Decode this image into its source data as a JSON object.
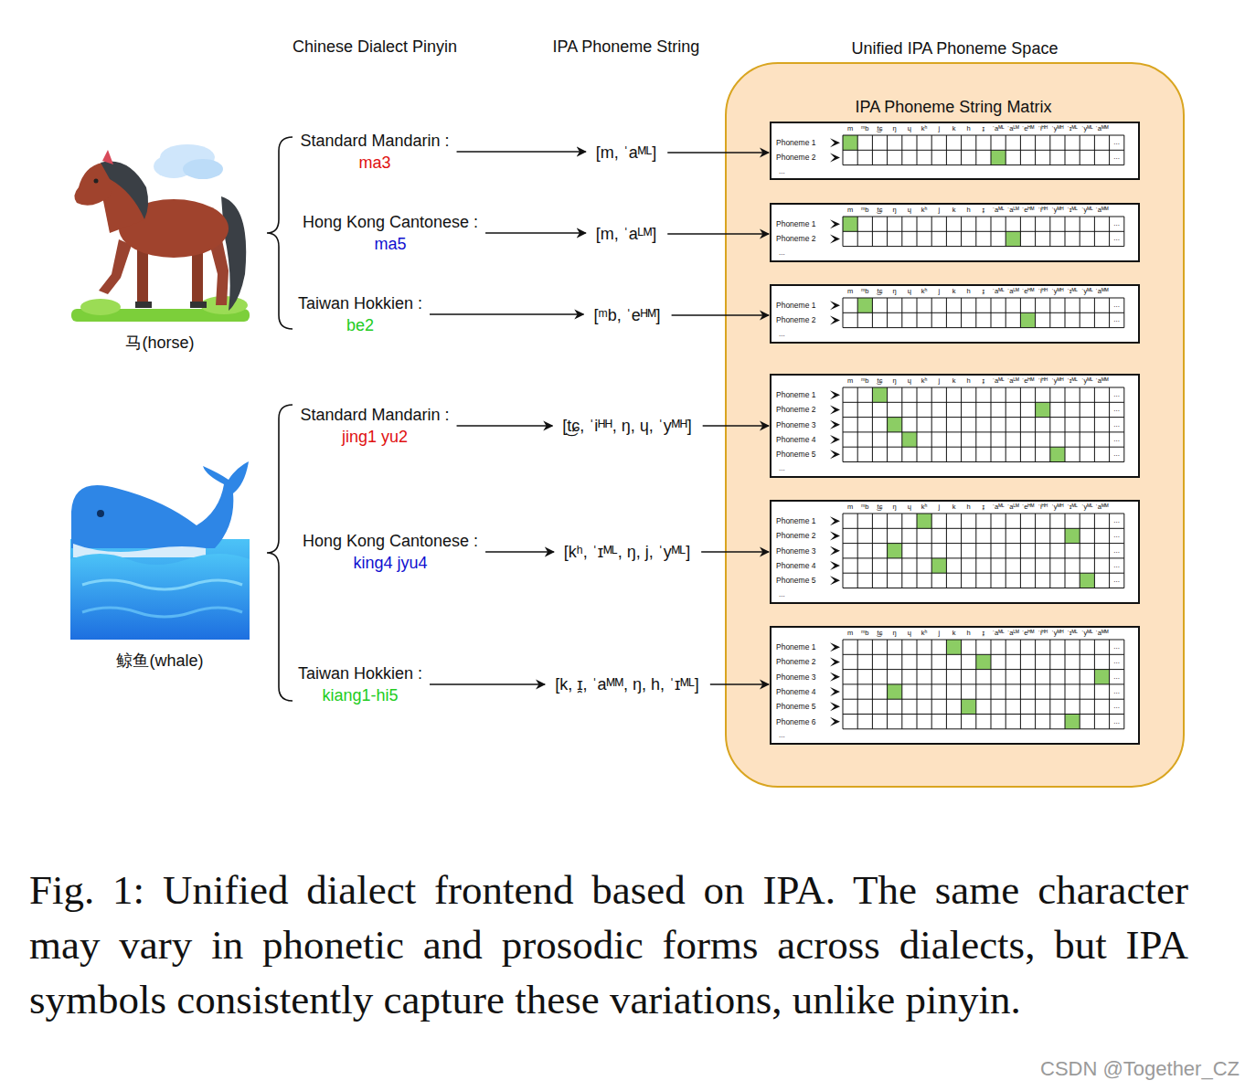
{
  "diagram": {
    "caption": "Fig. 1: Unified dialect frontend based on IPA. The same character may vary in phonetic and prosodic forms across dialects, but IPA symbols consistently capture these variations, unlike pinyin.",
    "nodes": [
      {
        "text": [
          "Standard Mandarin :",
          "ma3"
        ]
      },
      {
        "text": [
          "Hong Kong Cantonese :",
          "ma5"
        ]
      },
      {
        "text": [
          "Taiwan Hokkien :",
          "be2"
        ]
      },
      {
        "text": [
          "Standard Mandarin :",
          "jing1 yu2"
        ]
      },
      {
        "text": [
          "Hong Kong Cantonese :",
          "king4 jyu4"
        ]
      },
      {
        "text": [
          "Taiwan Hokkien :",
          "kiang1-hi5"
        ]
      },
      {
        "text": [
          "[m, ˈaᴹᴸ]"
        ]
      },
      {
        "text": [
          "[m, ˈaᴸᴹ]"
        ]
      },
      {
        "text": [
          "[ᵐb, ˈeᴴᴹ]"
        ]
      },
      {
        "text": [
          "[t͜ɕ, ˈiᴴᴴ, ŋ, ɥ, ˈyᴹᴴ]"
        ]
      },
      {
        "text": [
          "[kʰ, ˈɪᴹᴸ, ŋ, j, ˈyᴹᴸ]"
        ]
      },
      {
        "text": [
          "[k, ɪ̯, ˈaᴹᴹ, ŋ, h, ˈɪᴹᴸ]"
        ]
      },
      {
        "text": [
          "Unified IPA Phoneme Space"
        ]
      },
      {
        "text": [
          "m",
          "ᵐb",
          "t͜ɕ",
          "ŋ",
          "ɥ",
          "kʰ",
          "j",
          "k",
          "h",
          "ɪ̯",
          "ˈaᴹᴸ",
          "ˈaᴸᴹ",
          "ˈeᴴᴹ",
          "ˈiᴴᴴ",
          "ˈyᴹᴴ",
          "ˈɪᴹᴸ",
          "ˈyᴹᴸ",
          "ˈaᴹᴹ",
          "Phoneme 1",
          "Phoneme 2",
          "...",
          "...",
          "..."
        ],
        "in": 12
      },
      {
        "text": [
          "m",
          "ᵐb",
          "t͜ɕ",
          "ŋ",
          "ɥ",
          "kʰ",
          "j",
          "k",
          "h",
          "ɪ̯",
          "ˈaᴹᴸ",
          "ˈaᴸᴹ",
          "ˈeᴴᴹ",
          "ˈiᴴᴴ",
          "ˈyᴹᴴ",
          "ˈɪᴹᴸ",
          "ˈyᴹᴸ",
          "ˈaᴹᴹ",
          "Phoneme 1",
          "Phoneme 2",
          "...",
          "...",
          "..."
        ],
        "in": 12
      },
      {
        "text": [
          "m",
          "ᵐb",
          "t͜ɕ",
          "ŋ",
          "ɥ",
          "kʰ",
          "j",
          "k",
          "h",
          "ɪ̯",
          "ˈaᴹᴸ",
          "ˈaᴸᴹ",
          "ˈeᴴᴹ",
          "ˈiᴴᴴ",
          "ˈyᴹᴴ",
          "ˈɪᴹᴸ",
          "ˈyᴹᴸ",
          "ˈaᴹᴹ",
          "Phoneme 1",
          "Phoneme 2",
          "...",
          "...",
          "..."
        ],
        "in": 12
      },
      {
        "text": [
          "m",
          "ᵐb",
          "t͜ɕ",
          "ŋ",
          "ɥ",
          "kʰ",
          "j",
          "k",
          "h",
          "ɪ̯",
          "ˈaᴹᴸ",
          "ˈaᴸᴹ",
          "ˈeᴴᴹ",
          "ˈiᴴᴴ",
          "ˈyᴹᴴ",
          "ˈɪᴹᴸ",
          "ˈyᴹᴸ",
          "ˈaᴹᴹ",
          "Phoneme 1",
          "Phoneme 2",
          "Phoneme 3",
          "Phoneme 4",
          "Phoneme 5",
          "...",
          "...",
          "...",
          "...",
          "...",
          "..."
        ],
        "in": 12
      },
      {
        "text": [
          "m",
          "ᵐb",
          "t͜ɕ",
          "ŋ",
          "ɥ",
          "kʰ",
          "j",
          "k",
          "h",
          "ɪ̯",
          "ˈaᴹᴸ",
          "ˈaᴸᴹ",
          "ˈeᴴᴹ",
          "ˈiᴴᴴ",
          "ˈyᴹᴴ",
          "ˈɪᴹᴸ",
          "ˈyᴹᴸ",
          "ˈaᴹᴹ",
          "Phoneme 1",
          "Phoneme 2",
          "Phoneme 3",
          "Phoneme 4",
          "Phoneme 5",
          "...",
          "...",
          "...",
          "...",
          "...",
          "..."
        ],
        "in": 12
      },
      {
        "text": [
          "m",
          "ᵐb",
          "t͜ɕ",
          "ŋ",
          "ɥ",
          "kʰ",
          "j",
          "k",
          "h",
          "ɪ̯",
          "ˈaᴹᴸ",
          "ˈaᴸᴹ",
          "ˈeᴴᴹ",
          "ˈiᴴᴴ",
          "ˈyᴹᴴ",
          "ˈɪᴹᴸ",
          "ˈyᴹᴸ",
          "ˈaᴹᴹ",
          "Phoneme 1",
          "Phoneme 2",
          "Phoneme 3",
          "Phoneme 4",
          "Phoneme 5",
          "Phoneme 6",
          "...",
          "...",
          "...",
          "...",
          "...",
          "...",
          "..."
        ],
        "in": 12
      }
    ],
    "edges": [
      {
        "from": 0,
        "to": 6,
        "arrow": "to"
      },
      {
        "from": 1,
        "to": 7,
        "arrow": "to"
      },
      {
        "from": 2,
        "to": 8,
        "arrow": "to"
      },
      {
        "from": 3,
        "to": 9,
        "arrow": "to"
      },
      {
        "from": 4,
        "to": 10,
        "arrow": "to"
      },
      {
        "from": 5,
        "to": 11,
        "arrow": "to"
      },
      {
        "from": 6,
        "to": 13,
        "arrow": "to"
      },
      {
        "from": 7,
        "to": 14,
        "arrow": "to"
      },
      {
        "from": 8,
        "to": 15,
        "arrow": "to"
      },
      {
        "from": 9,
        "to": 16,
        "arrow": "to"
      },
      {
        "from": 10,
        "to": 17,
        "arrow": "to"
      },
      {
        "from": 11,
        "to": 18,
        "arrow": "to"
      }
    ],
    "labels": [
      "Chinese Dialect Pinyin",
      "IPA Phoneme String",
      "IPA Phoneme String Matrix",
      "马(horse)",
      "鲸鱼(whale)",
      "CSDN @Together_CZ"
    ]
  }
}
